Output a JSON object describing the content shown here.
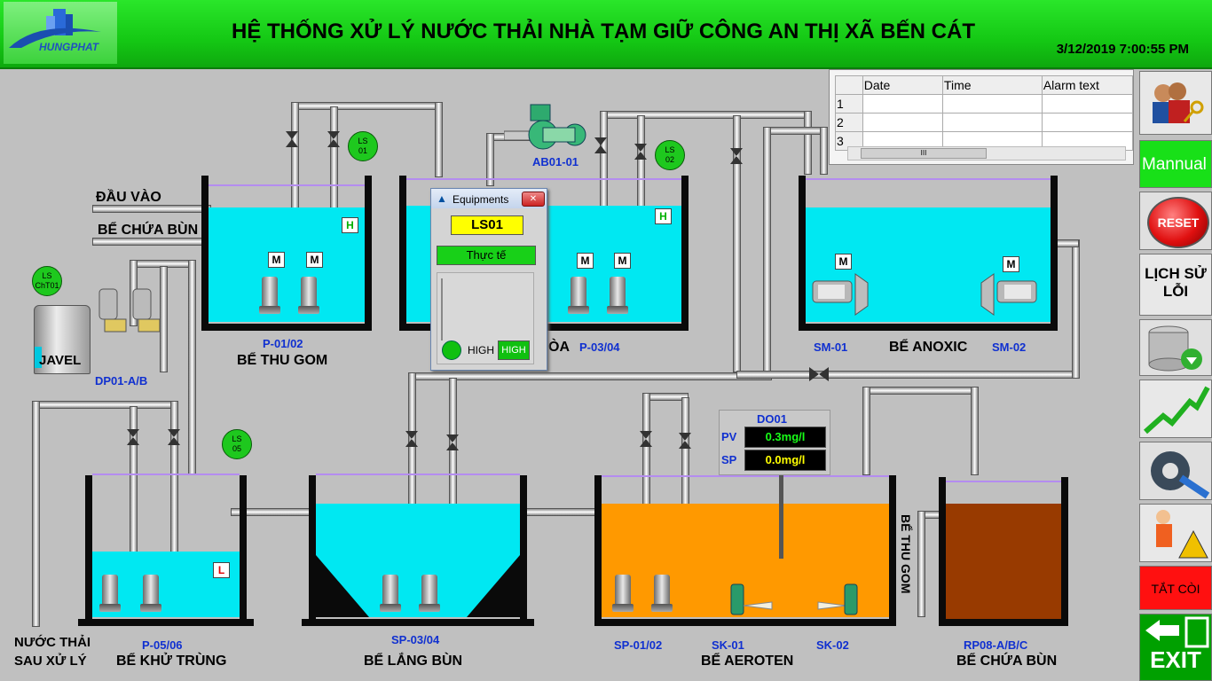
{
  "header": {
    "title": "HỆ THỐNG XỬ LÝ NƯỚC THẢI NHÀ TẠM GIỮ CÔNG AN THỊ XÃ BẾN CÁT",
    "datetime": "3/12/2019 7:00:55 PM",
    "logo_text": "HUNGPHAT"
  },
  "alarm_table": {
    "columns": [
      "Date",
      "Time",
      "Alarm text"
    ],
    "rows": [
      "1",
      "2",
      "3"
    ],
    "scroll_glyph": "III"
  },
  "inputs": {
    "inlet": "ĐẦU VÀO",
    "sludge_in": "BỂ CHỨA BÙN"
  },
  "tanks": {
    "collection": {
      "name": "BỂ  THU GOM",
      "pumps": "P-01/02",
      "level": "H"
    },
    "equalization": {
      "name_partial": "ÒA",
      "pumps": "P-03/04",
      "level": "H"
    },
    "anoxic": {
      "name": "BỂ ANOXIC",
      "mixer1": "SM-01",
      "mixer2": "SM-02"
    },
    "disinfection": {
      "name": "BỂ  KHỬ TRÙNG",
      "pumps": "P-05/06",
      "level": "L"
    },
    "settling": {
      "name": "BỂ LẮNG BÙN",
      "pumps": "SP-03/04"
    },
    "aerotank": {
      "name": "BỂ  AEROTEN",
      "pumps": "SP-01/02",
      "aerator1": "SK-01",
      "aerator2": "SK-02",
      "side_label": "BỂ THU GOM"
    },
    "sludge": {
      "name": "BỂ CHỨA BÙN",
      "pumps": "RP08-A/B/C"
    }
  },
  "motor_label": "M",
  "level_switches": {
    "ls01": {
      "line1": "LS",
      "line2": "01"
    },
    "ls02": {
      "line1": "LS",
      "line2": "02"
    },
    "ls05": {
      "line1": "LS",
      "line2": "05"
    },
    "lscht01": {
      "line1": "LS",
      "line2": "ChT01"
    }
  },
  "blower": "AB01-01",
  "chemical": {
    "tank": "JAVEL",
    "dosing_pumps": "DP01-A/B"
  },
  "outlet": {
    "line1": "NƯỚC THẢI",
    "line2": "SAU XỬ LÝ"
  },
  "do_meter": {
    "title": "DO01",
    "pv_label": "PV",
    "pv_value": "0.3mg/l",
    "sp_label": "SP",
    "sp_value": "0.0mg/l"
  },
  "popup": {
    "title": "Equipments",
    "tag": "LS01",
    "mode": "Thực tế",
    "state_label": "HIGH",
    "state_value": "HIGH",
    "close_glyph": "✕"
  },
  "sidebar": {
    "manual": "Mannual",
    "reset": "RESET",
    "error_history_line1": "LỊCH SỬ",
    "error_history_line2": "LỖI",
    "mute": "TẮT CÒI",
    "exit": "EXIT"
  },
  "colors": {
    "header_green": "#14c814",
    "water": "#00e8f2",
    "aeration": "#ff9900",
    "sludge": "#983a00",
    "reset_red": "#e01010",
    "mute_red": "#ff1010"
  }
}
